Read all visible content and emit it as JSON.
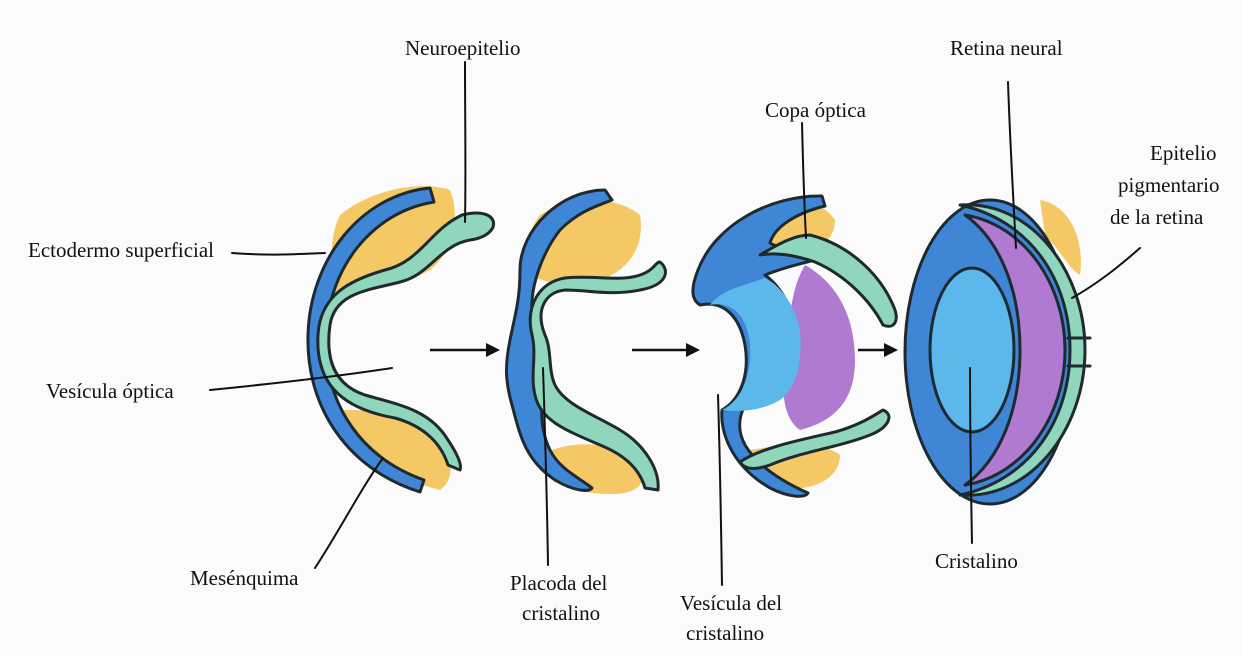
{
  "colors": {
    "mesenchyme": "#f2bf4a",
    "ectoderm": "#3f86d6",
    "neuroepithelium": "#8fd6bd",
    "neural_retina": "#b07ad0",
    "lens": "#5cb7ea",
    "outline": "#1f2a30",
    "background": "#fbfbfc"
  },
  "labels": {
    "neuroepitelio": "Neuroepitelio",
    "ectodermo": "Ectodermo superficial",
    "vesicula_optica": "Vesícula óptica",
    "mesenquima": "Mesénquima",
    "placoda_1": "Placoda del",
    "placoda_2": "cristalino",
    "vesicula_del_1": "Vesícula del",
    "vesicula_del_2": "cristalino",
    "copa_optica": "Copa óptica",
    "retina_neural": "Retina neural",
    "epitelio_1": "Epitelio",
    "epitelio_2": "pigmentario",
    "epitelio_3": "de la retina",
    "cristalino": "Cristalino"
  }
}
